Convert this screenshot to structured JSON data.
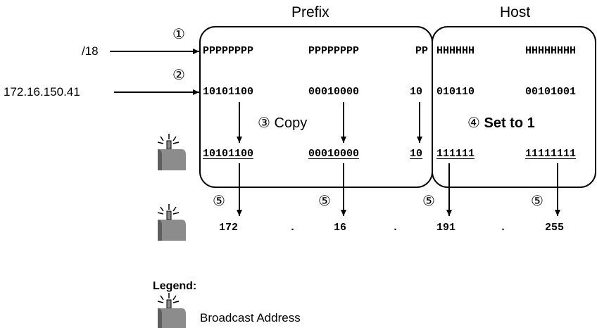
{
  "headers": {
    "prefix": "Prefix",
    "host": "Host"
  },
  "rows": {
    "mask": {
      "label": "/18",
      "step": "①",
      "bits": [
        "PPPPPPPP",
        "PPPPPPPP",
        "PP",
        "HHHHHH",
        "HHHHHHHH"
      ]
    },
    "address": {
      "label": "172.16.150.41",
      "step": "②",
      "bits": [
        "10101100",
        "00010000",
        "10",
        "010110",
        "00101001"
      ]
    },
    "broadcast": {
      "bits": [
        "10101100",
        "00010000",
        "10",
        "111111",
        "11111111"
      ]
    }
  },
  "steps": {
    "copy": {
      "num": "③",
      "text": "Copy"
    },
    "set": {
      "num": "④",
      "text": "Set to 1"
    },
    "convert": "⑤"
  },
  "decimal": {
    "octets": [
      "172",
      "16",
      "191",
      "255"
    ],
    "dot": "."
  },
  "legend": {
    "title": "Legend:",
    "broadcast_label": "Broadcast Address"
  },
  "icons": {
    "broadcast": "mailbox-broadcast-icon"
  },
  "colors": {
    "icon_fill": "#8c8c8c",
    "stroke": "#000000"
  }
}
